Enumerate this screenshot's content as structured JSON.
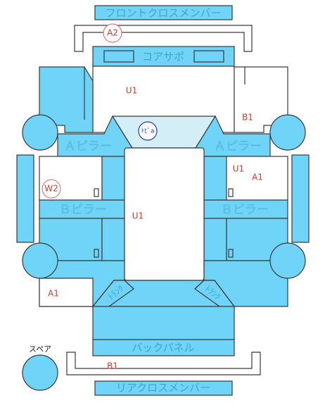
{
  "parts": {
    "front_cross_member": "フロントクロスメンバー",
    "core_support": "コアサポ",
    "a_pillar_left": "Ａピラー",
    "a_pillar_right": "Ａピラー",
    "b_pillar_left": "Ｂピラー",
    "b_pillar_right": "Ｂピラー",
    "back_panel": "バックパネル",
    "rear_cross_member": "リアクロスメンバー",
    "spare": "スペア",
    "trunk_left": "ﾄﾗﾝｸ",
    "trunk_right": "ﾄﾗﾝｸ"
  },
  "codes": {
    "a2": "A2",
    "u1_top": "U1",
    "b1_right": "B1",
    "toppa": "ﾄﾋﾟa",
    "u1_right": "U1",
    "a1_right": "A1",
    "w2": "W2",
    "u1_center": "U1",
    "a1_left": "A1",
    "b1_bottom": "B1"
  },
  "colors": {
    "panel": "#6fd4f7",
    "roof": "#d4eef7",
    "code_red": "#d9362b",
    "code_blue": "#2a3aa8"
  }
}
